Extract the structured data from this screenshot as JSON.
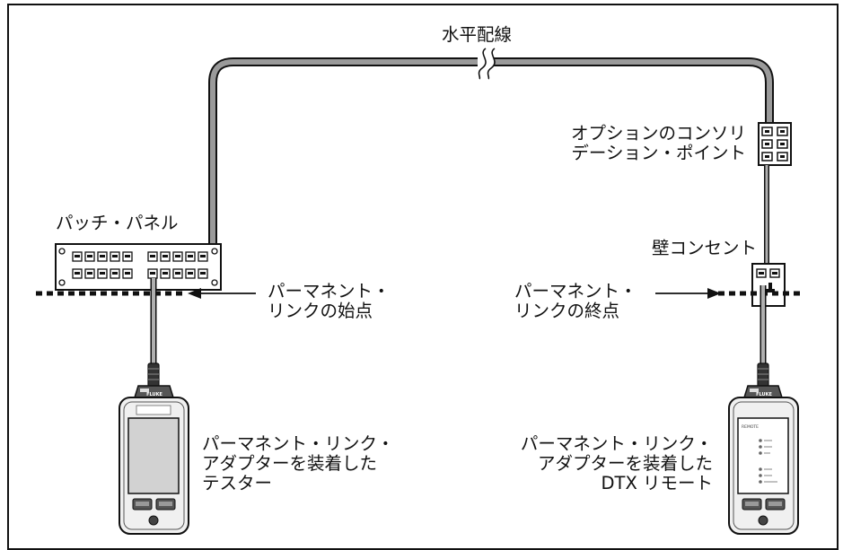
{
  "labels": {
    "horizontal_cabling": "水平配線",
    "consolidation_point": [
      "オプションのコンソリ",
      "デーション・ポイント"
    ],
    "patch_panel": "パッチ・パネル",
    "wall_outlet": "壁コンセント",
    "link_start": [
      "パーマネント・",
      "リンクの始点"
    ],
    "link_end": [
      "パーマネント・",
      "リンクの終点"
    ],
    "tester": [
      "パーマネント・リンク・",
      "アダプターを装着した",
      "テスター"
    ],
    "remote": [
      "パーマネント・リンク・",
      "アダプターを装着した",
      "DTX リモート"
    ]
  },
  "devices": {
    "main_logo": "FLUKE",
    "remote_logo": "FLUKE",
    "remote_panel": "REMOTE"
  },
  "colors": {
    "cable": "#9a9a9a",
    "outline": "#111111",
    "screen": "#d2d2d2",
    "device_body": "#f0f0f0"
  }
}
